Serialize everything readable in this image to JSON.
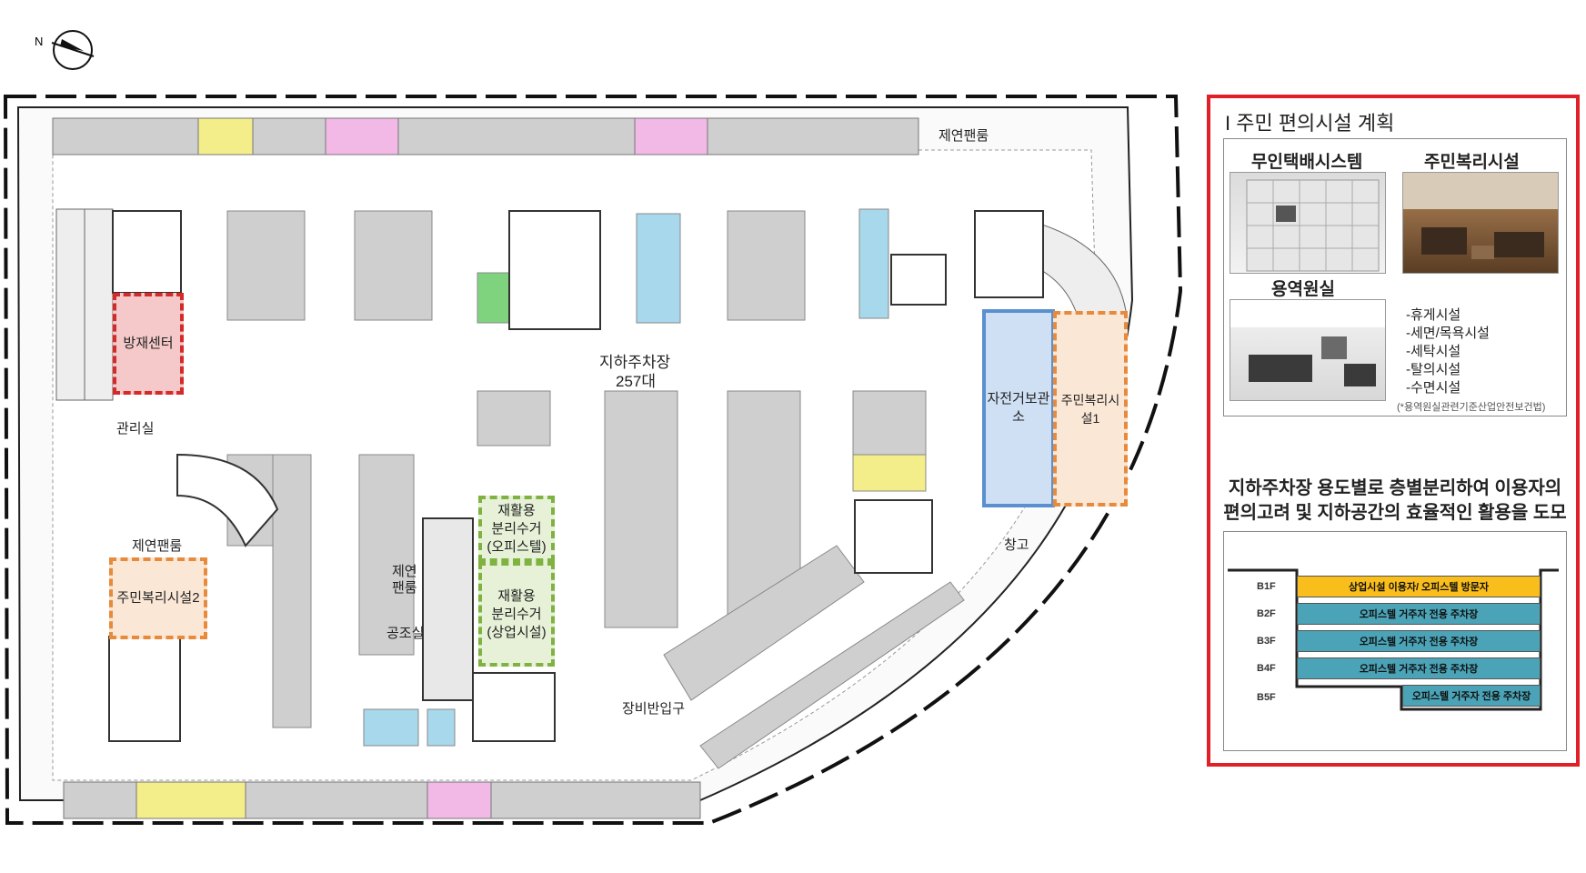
{
  "plan": {
    "zones": {
      "disaster_center": "방재센터",
      "welfare_2": "주민복리시설2",
      "welfare_1": "주민복리시설1",
      "recycle_office": "재활용\n분리수거\n(오피스텔)",
      "recycle_commercial": "재활용\n분리수거\n(상업시설)",
      "bike_storage": "자전거보관소"
    },
    "labels": {
      "parking_title": "지하주차장",
      "parking_count": "257대",
      "smoke_fan_top": "제연팬룸",
      "smoke_fan_left": "제연팬룸",
      "smoke_fan_mid": "제연\n팬룸",
      "management": "관리실",
      "aircon": "공조실",
      "warehouse": "창고",
      "equipment_entrance": "장비반입구"
    }
  },
  "panel": {
    "title": "I 주민 편의시설 계획",
    "delivery_title": "무인택배시스템",
    "welfare_title": "주민복리시설",
    "staff_title": "용역원실",
    "facility_list": [
      "-휴게시설",
      "-세면/목욕시설",
      "-세탁시설",
      "-탈의시설",
      "-수면시설"
    ],
    "note": "(*용역원실관련기준산업안전보건법)",
    "summary": "지하주차장 용도별로 층별분리하여 이용자의\n편의고려 및 지하공간의 효율적인 활용을 도모",
    "floors": [
      {
        "level": "B1F",
        "use": "상업시설 이용자/ 오피스텔 방문자"
      },
      {
        "level": "B2F",
        "use": "오피스텔 거주자 전용 주차장"
      },
      {
        "level": "B3F",
        "use": "오피스텔 거주자 전용 주차장"
      },
      {
        "level": "B4F",
        "use": "오피스텔 거주자 전용 주차장"
      },
      {
        "level": "B5F",
        "use": "오피스텔 거주자 전용 주차장"
      }
    ]
  }
}
